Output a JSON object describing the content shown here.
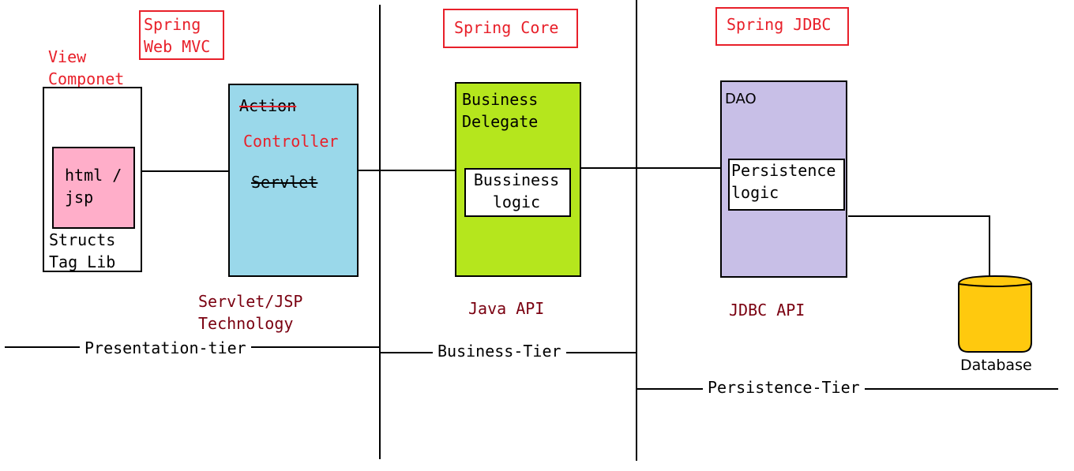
{
  "frameworks": {
    "web_mvc": "Spring\nWeb MVC",
    "core": "Spring Core",
    "jdbc": "Spring JDBC"
  },
  "view": {
    "title": "View\nComponet",
    "inner": "html /\njsp",
    "footer": "Structs\nTag Lib"
  },
  "controller": {
    "action": "Action",
    "label": "Controller",
    "servlet": "Servlet"
  },
  "business": {
    "title": "Business\nDelegate",
    "inner": "Bussiness\nlogic"
  },
  "dao": {
    "title": "DAO",
    "inner": "Persistence\nlogic"
  },
  "database": "Database",
  "technologies": {
    "servlet_jsp": "Servlet/JSP\nTechnology",
    "java_api": "Java API",
    "jdbc_api": "JDBC API"
  },
  "tiers": {
    "presentation": "Presentation-tier",
    "business": "Business-Tier",
    "persistence": "Persistence-Tier"
  },
  "colors": {
    "controller_fill": "#9ad8ea",
    "business_fill": "#b5e61d",
    "dao_fill": "#c8bfe7",
    "html_fill": "#ffaec9",
    "database_fill": "#ffc90e",
    "framework_red": "#e8202a",
    "tech_dark_red": "#7a0010"
  }
}
